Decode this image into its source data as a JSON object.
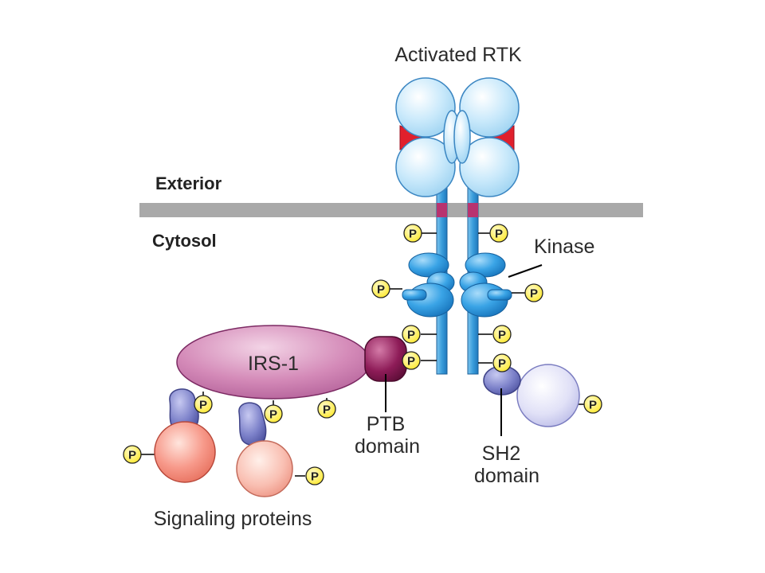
{
  "labels": {
    "title": "Activated RTK",
    "exterior": "Exterior",
    "cytosol": "Cytosol",
    "kinase": "Kinase",
    "irs1": "IRS-1",
    "ptb_line1": "PTB",
    "ptb_line2": "domain",
    "sh2_line1": "SH2",
    "sh2_line2": "domain",
    "signaling": "Signaling proteins"
  },
  "phospho_symbol": "P",
  "colors": {
    "receptor_extracellular": "#c7e9fb",
    "receptor_stalk": "#3fa2dc",
    "kinase_domain": "#2a9ae0",
    "ligand": "#e0202c",
    "membrane": "#a9a9a9",
    "irs1": "#cd7fb0",
    "ptb_domain": "#8a1a55",
    "sh2_domain": "#7b80c6",
    "sh2_protein": "#dcdcf5",
    "signaling_protein_1": "#f4907e",
    "signaling_protein_2": "#f7b1a3",
    "phosphate": "#ffee33"
  }
}
